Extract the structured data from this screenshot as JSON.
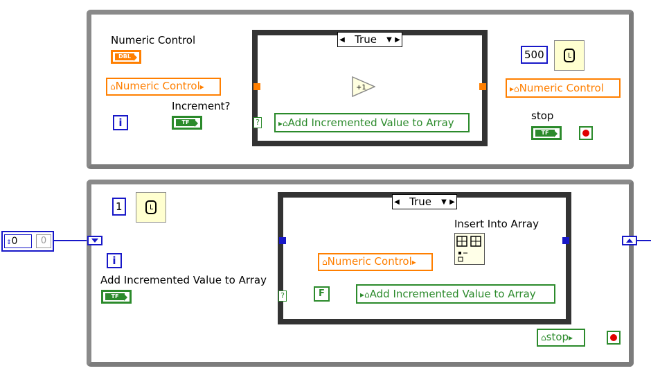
{
  "loop1": {
    "case_selector": "True",
    "numeric_control_label": "Numeric Control",
    "dbl_text": "DBL",
    "local_read": "Numeric Control",
    "local_write": "Numeric Control",
    "increment_label": "Increment?",
    "tf_text": "TF",
    "add_local": "Add Incremented Value to Array",
    "increment_node": "+1",
    "iteration": "i",
    "wait_ms": "500",
    "stop_label": "stop",
    "selector_tunnel": "?"
  },
  "loop2": {
    "case_selector": "True",
    "wait_ms": "1",
    "iteration": "i",
    "array_index": "0",
    "array_element": "0",
    "insert_label": "Insert Into Array",
    "numeric_local": "Numeric Control",
    "add_label": "Add Incremented Value to Array",
    "tf_text": "TF",
    "false_const": "F",
    "add_local": "Add Incremented Value to Array",
    "stop_local": "stop",
    "selector_tunnel": "?"
  },
  "colors": {
    "dbl_wire": "#ff7f00",
    "bool_wire": "#2b8a2b",
    "array_wire": "#1818c8",
    "loop_border": "#8a8a8a"
  }
}
